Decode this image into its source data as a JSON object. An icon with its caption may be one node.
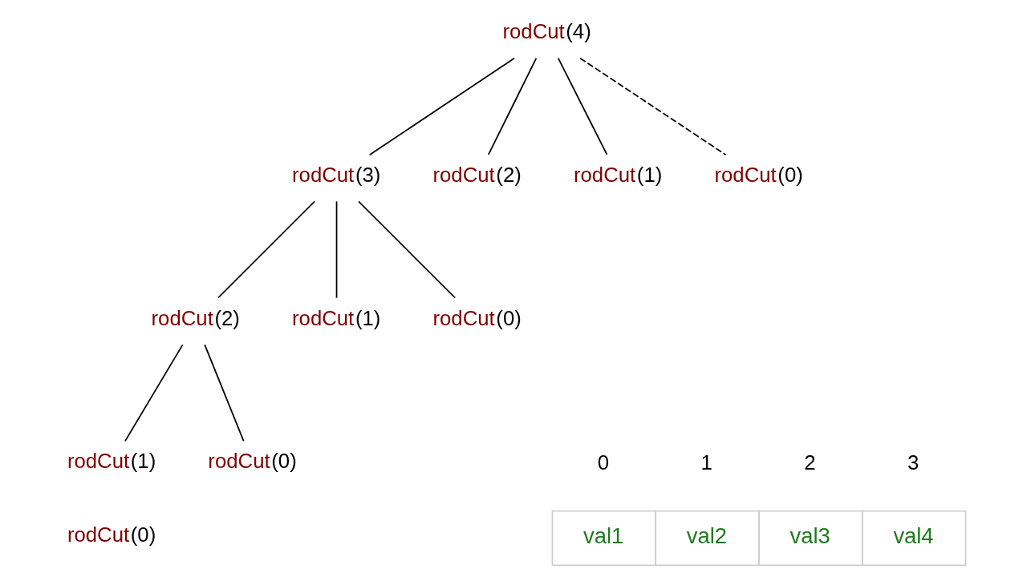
{
  "diagram": {
    "nodes": [
      {
        "text": [
          "rodCut(4)"
        ]
      },
      {
        "text": [
          "rodCut(3)"
        ]
      },
      {
        "text": [
          "rodCut(2)"
        ]
      },
      {
        "text": [
          "rodCut(1)"
        ]
      },
      {
        "text": [
          "rodCut(0)"
        ]
      },
      {
        "text": [
          "rodCut(2)"
        ]
      },
      {
        "text": [
          "rodCut(1)"
        ]
      },
      {
        "text": [
          "rodCut(0)"
        ]
      },
      {
        "text": [
          "rodCut(1)"
        ]
      },
      {
        "text": [
          "rodCut(0)"
        ]
      }
    ],
    "edges": [
      {
        "from": 0,
        "to": 1,
        "arrow": "none"
      },
      {
        "from": 0,
        "to": 2,
        "arrow": "none"
      },
      {
        "from": 0,
        "to": 3,
        "arrow": "none"
      },
      {
        "from": 0,
        "to": 4,
        "arrow": "none",
        "style": "dashed"
      },
      {
        "from": 1,
        "to": 5,
        "arrow": "none"
      },
      {
        "from": 1,
        "to": 6,
        "arrow": "none"
      },
      {
        "from": 1,
        "to": 7,
        "arrow": "none"
      },
      {
        "from": 5,
        "to": 8,
        "arrow": "none"
      },
      {
        "from": 5,
        "to": 9,
        "arrow": "none"
      }
    ],
    "labels": [
      "rodCut(0)",
      "0",
      "1",
      "2",
      "3",
      "val1",
      "val2",
      "val3",
      "val4"
    ]
  }
}
